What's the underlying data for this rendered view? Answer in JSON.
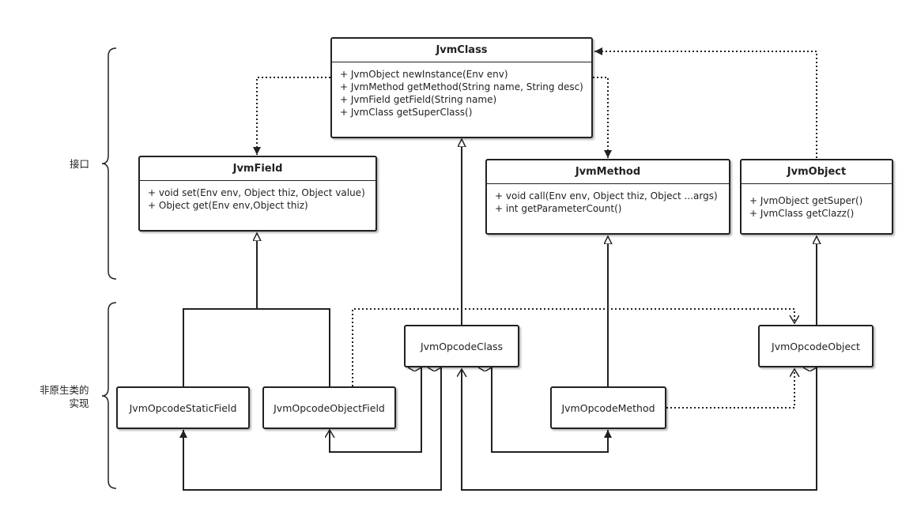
{
  "labels": {
    "interface": "接口",
    "impl_line1": "非原生类的",
    "impl_line2": "实现"
  },
  "interfaces": {
    "jvm_class": {
      "title": "JvmClass",
      "members": [
        "+ JvmObject newInstance(Env env)",
        "+ JvmMethod getMethod(String name, String desc)",
        "+ JvmField getField(String name)",
        "+ JvmClass getSuperClass()"
      ]
    },
    "jvm_field": {
      "title": "JvmField",
      "members": [
        "+ void set(Env env, Object thiz, Object value)",
        "+ Object get(Env env,Object thiz)"
      ]
    },
    "jvm_method": {
      "title": "JvmMethod",
      "members": [
        "+ void call(Env env, Object thiz, Object ...args)",
        "+ int getParameterCount()"
      ]
    },
    "jvm_object": {
      "title": "JvmObject",
      "members": [
        "+ JvmObject getSuper()",
        "+ JvmClass getClazz()"
      ]
    }
  },
  "implementations": {
    "opcode_class": "JvmOpcodeClass",
    "opcode_object": "JvmOpcodeObject",
    "opcode_static_field": "JvmOpcodeStaticField",
    "opcode_object_field": "JvmOpcodeObjectField",
    "opcode_method": "JvmOpcodeMethod"
  }
}
